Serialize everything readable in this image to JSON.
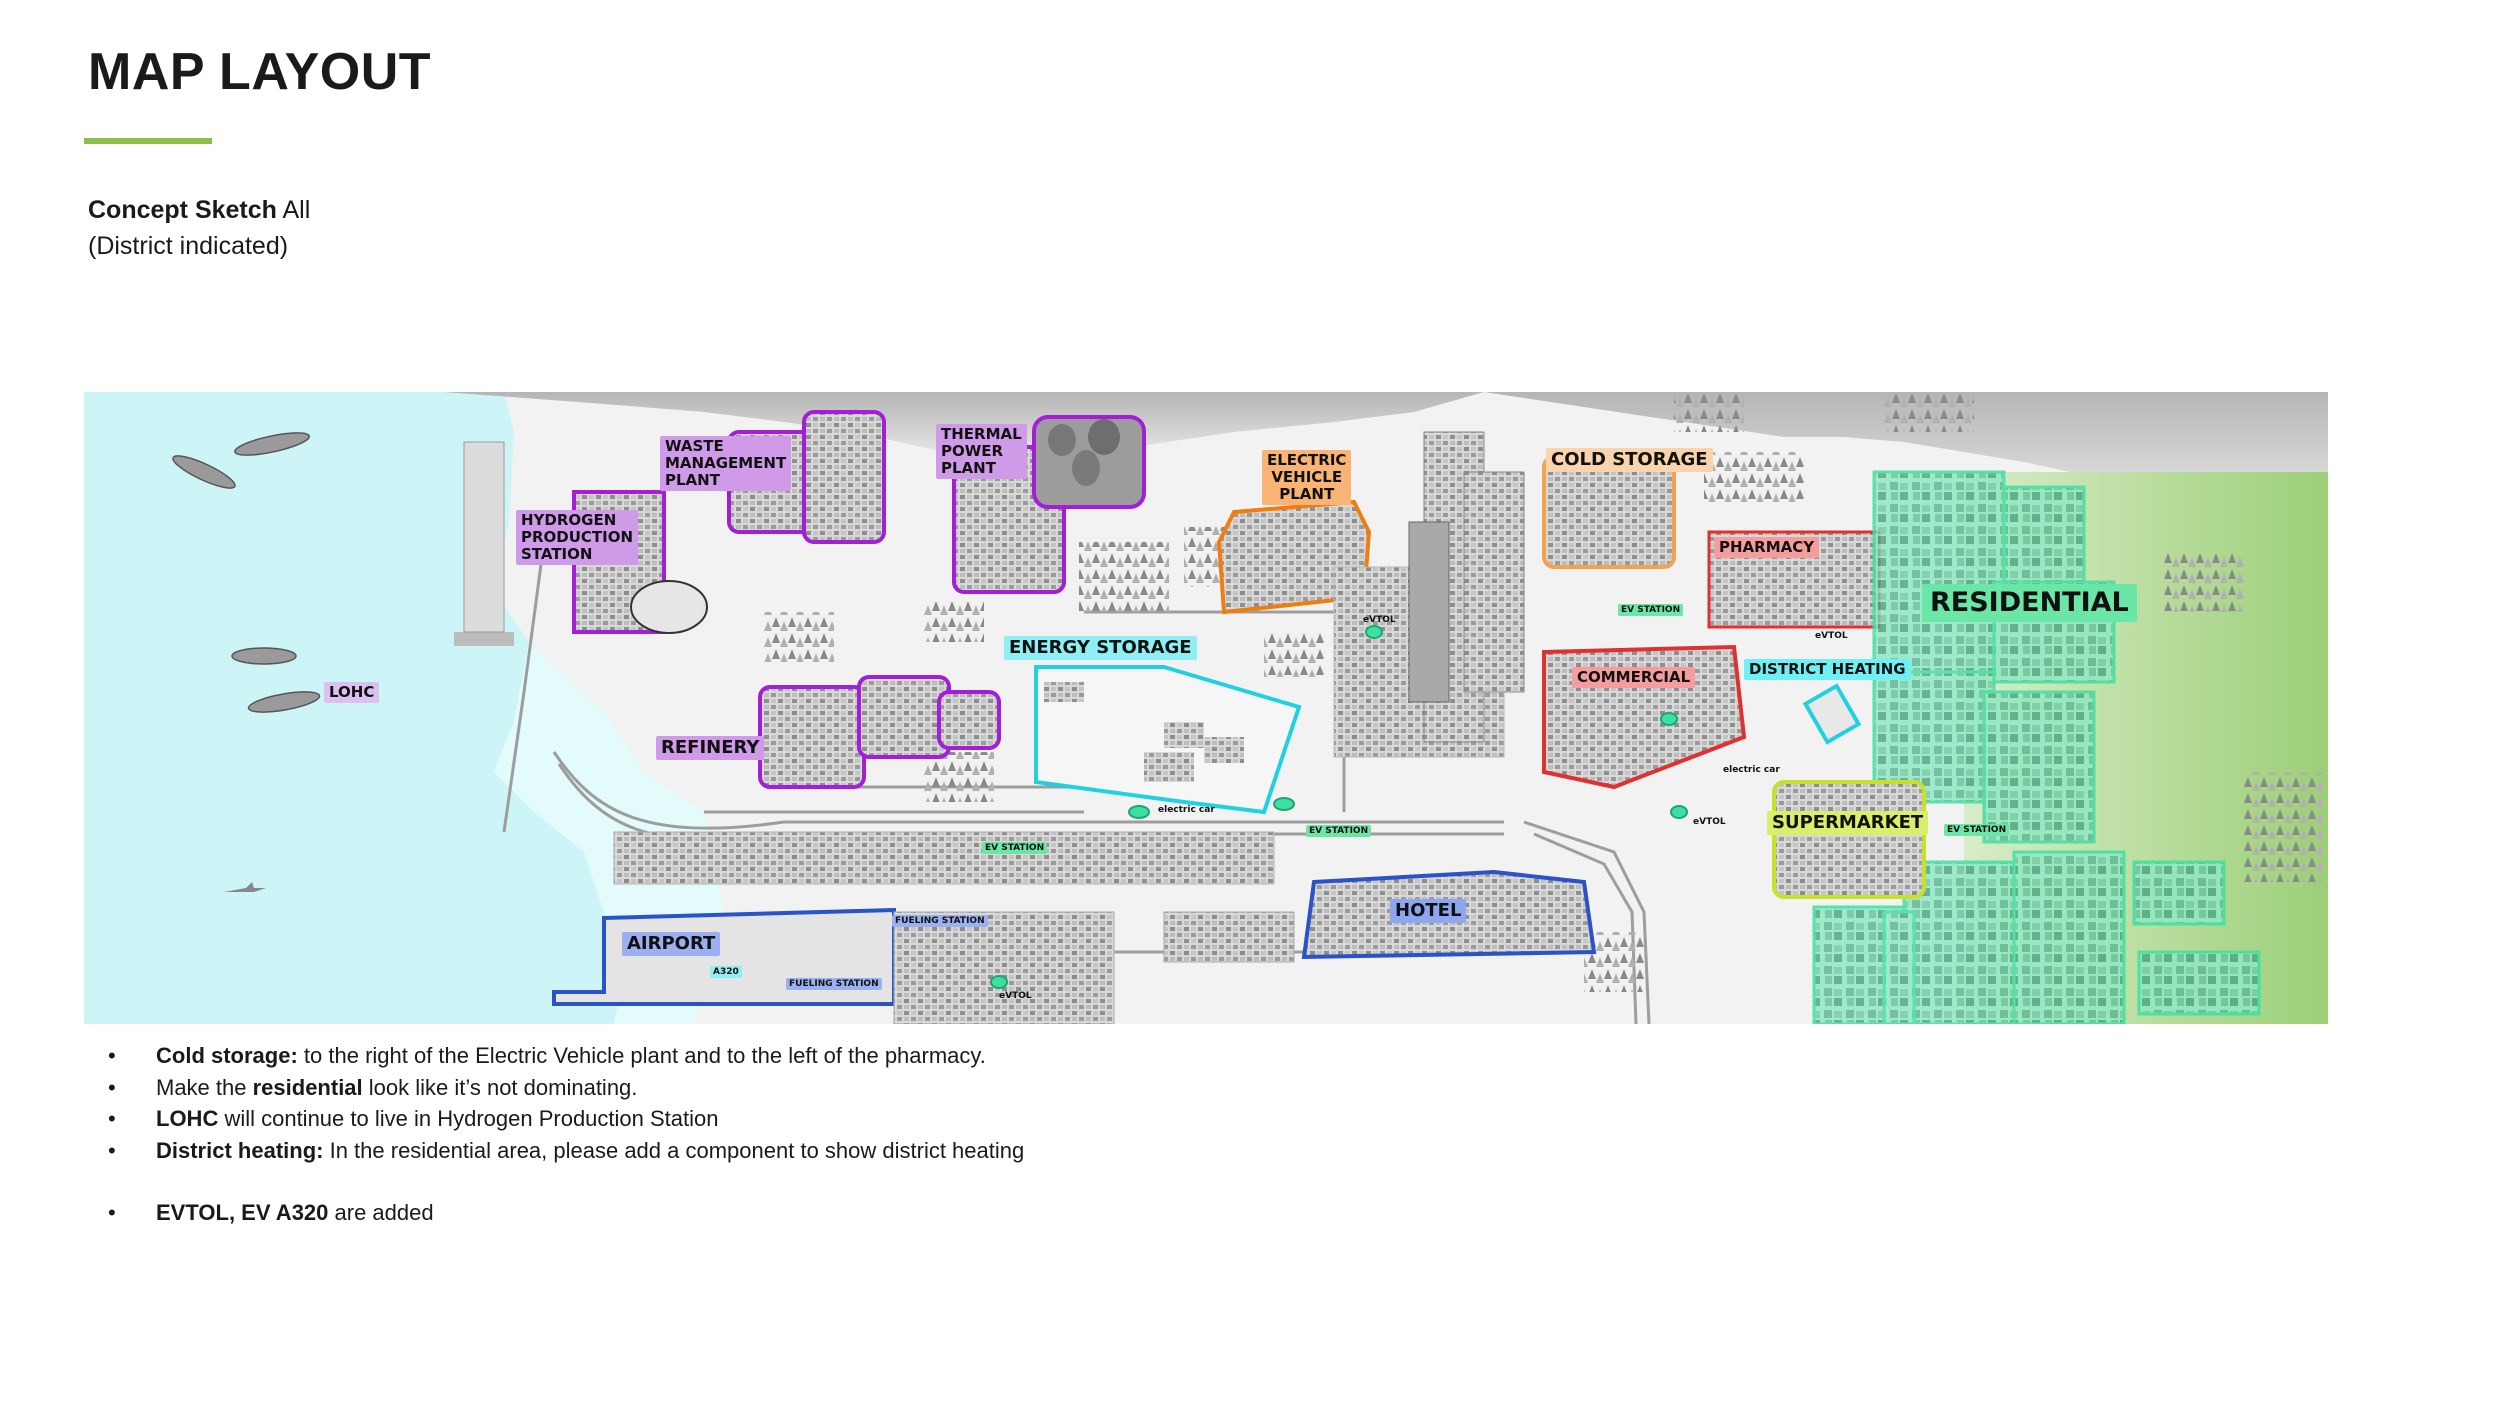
{
  "header": {
    "title": "MAP LAYOUT",
    "subtitle_bold": "Concept Sketch",
    "subtitle_rest": " All",
    "subtitle_line2": "(District indicated)"
  },
  "colors": {
    "accent_rule": "#8cbf4a",
    "industrial": "#a21fd6",
    "energy": "#22d1e0",
    "ev_plant": "#f07d10",
    "cold_storage": "#f3a24f",
    "commercial": "#e03030",
    "residential": "#3ee0a0",
    "supermarket": "#c8e02a",
    "transport": "#2a52c9",
    "water": "#cff5f7",
    "land": "#f0f0f0",
    "park": "#a6d38a"
  },
  "map": {
    "labels": {
      "waste": "WASTE\nMANAGEMENT\nPLANT",
      "thermal": "THERMAL\nPOWER\nPLANT",
      "hydrogen": "HYDROGEN\nPRODUCTION\nSTATION",
      "ev_plant": "ELECTRIC\nVEHICLE\nPLANT",
      "cold_storage": "COLD STORAGE",
      "pharmacy": "PHARMACY",
      "residential": "RESIDENTIAL",
      "energy_storage": "ENERGY STORAGE",
      "lohc": "LOHC",
      "refinery": "REFINERY",
      "commercial": "COMMERCIAL",
      "district_heating": "DISTRICT HEATING",
      "supermarket": "SUPERMARKET",
      "hotel": "HOTEL",
      "airport": "AIRPORT",
      "fueling_station_1": "FUELING STATION",
      "fueling_station_2": "FUELING STATION",
      "a320": "A320",
      "ev_station_1": "EV STATION",
      "ev_station_2": "EV STATION",
      "ev_station_3": "EV STATION",
      "ev_station_4": "EV STATION",
      "evtol_1": "eVTOL",
      "evtol_2": "eVTOL",
      "evtol_3": "eVTOL",
      "evtol_4": "eVTOL",
      "electric_car_1": "electric car",
      "electric_car_2": "electric car"
    }
  },
  "notes": [
    {
      "bold": "Cold storage:",
      "text": " to the right of the Electric Vehicle plant and to the left of the pharmacy."
    },
    {
      "pre": "Make the ",
      "bold": "residential",
      "text": " look like it’s not dominating."
    },
    {
      "bold": "LOHC",
      "text": " will continue to live in Hydrogen Production Station"
    },
    {
      "bold": "District heating:",
      "text": " In the residential area, please add a component to show district heating"
    },
    {
      "bold": "EVTOL, EV A320",
      "text": " are added"
    }
  ]
}
